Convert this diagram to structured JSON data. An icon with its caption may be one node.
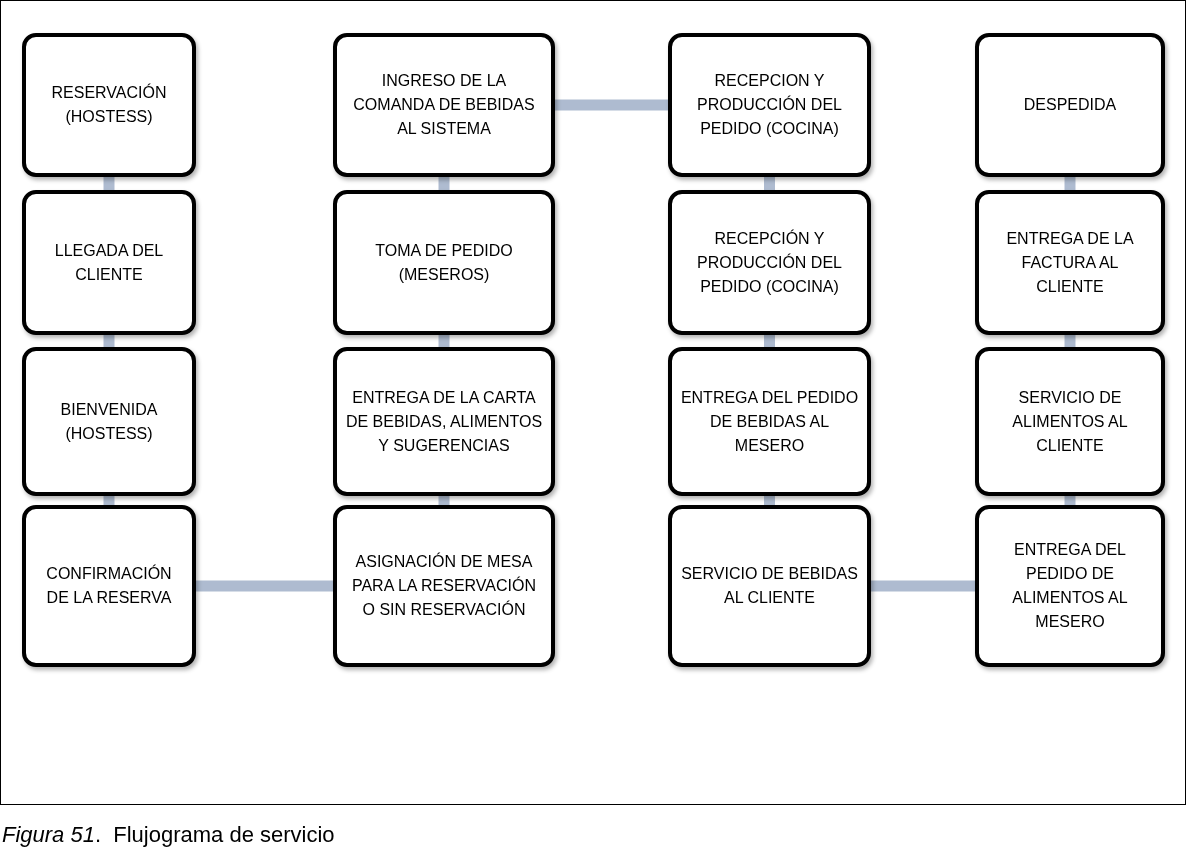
{
  "diagram": {
    "caption": "*Figura 51*.  Flujograma de servicio",
    "nodes": [
      {
        "text": [
          "RESERVACIÓN (HOSTESS)"
        ]
      },
      {
        "text": [
          "LLEGADA DEL CLIENTE"
        ]
      },
      {
        "text": [
          "BIENVENIDA (HOSTESS)"
        ]
      },
      {
        "text": [
          "CONFIRMACIÓN DE LA RESERVA"
        ]
      },
      {
        "text": [
          "ASIGNACIÓN DE MESA PARA LA RESERVACIÓN O SIN RESERVACIÓN"
        ]
      },
      {
        "text": [
          "ENTREGA DE LA CARTA DE BEBIDAS, ALIMENTOS Y SUGERENCIAS"
        ]
      },
      {
        "text": [
          "TOMA DE PEDIDO (MESEROS)"
        ]
      },
      {
        "text": [
          "INGRESO DE LA COMANDA DE BEBIDAS AL SISTEMA"
        ]
      },
      {
        "text": [
          "RECEPCION Y PRODUCCIÓN DEL PEDIDO (COCINA)"
        ]
      },
      {
        "text": [
          "RECEPCIÓN Y PRODUCCIÓN DEL PEDIDO (COCINA)"
        ]
      },
      {
        "text": [
          "ENTREGA DEL PEDIDO DE BEBIDAS AL MESERO"
        ]
      },
      {
        "text": [
          "SERVICIO DE BEBIDAS AL CLIENTE"
        ]
      },
      {
        "text": [
          "ENTREGA DEL PEDIDO DE ALIMENTOS AL MESERO"
        ]
      },
      {
        "text": [
          "SERVICIO DE ALIMENTOS AL CLIENTE"
        ]
      },
      {
        "text": [
          "ENTREGA DE LA FACTURA AL CLIENTE"
        ]
      },
      {
        "text": [
          "DESPEDIDA"
        ]
      }
    ],
    "edges": [
      {
        "from": 0,
        "to": 1,
        "arrow": "none"
      },
      {
        "from": 1,
        "to": 2,
        "arrow": "none"
      },
      {
        "from": 2,
        "to": 3,
        "arrow": "none"
      },
      {
        "from": 3,
        "to": 4,
        "arrow": "none"
      },
      {
        "from": 4,
        "to": 5,
        "arrow": "none"
      },
      {
        "from": 5,
        "to": 6,
        "arrow": "none"
      },
      {
        "from": 6,
        "to": 7,
        "arrow": "none"
      },
      {
        "from": 7,
        "to": 8,
        "arrow": "none"
      },
      {
        "from": 8,
        "to": 9,
        "arrow": "none"
      },
      {
        "from": 9,
        "to": 10,
        "arrow": "none"
      },
      {
        "from": 10,
        "to": 11,
        "arrow": "none"
      },
      {
        "from": 11,
        "to": 12,
        "arrow": "none"
      },
      {
        "from": 12,
        "to": 13,
        "arrow": "none"
      },
      {
        "from": 13,
        "to": 14,
        "arrow": "none"
      },
      {
        "from": 14,
        "to": 15,
        "arrow": "none"
      }
    ]
  }
}
